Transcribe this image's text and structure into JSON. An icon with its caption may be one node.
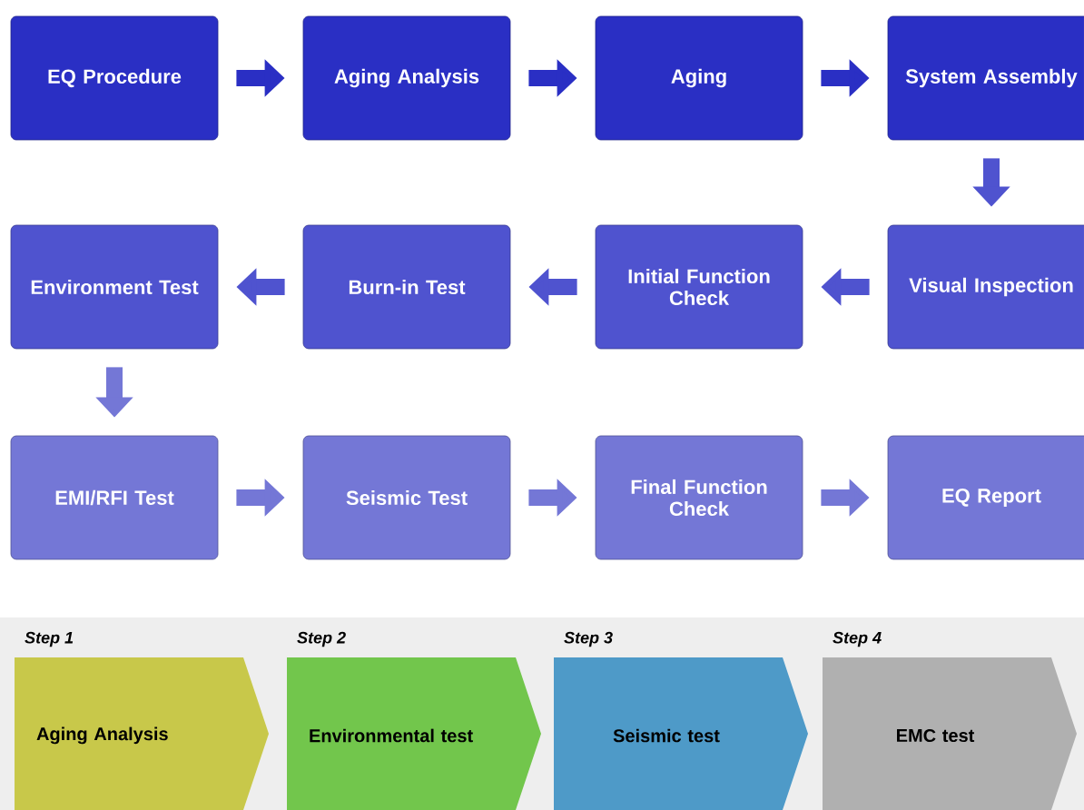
{
  "diagram": {
    "nodes": [
      {
        "text": [
          "EQ Procedure"
        ]
      },
      {
        "text": [
          "Aging Analysis"
        ]
      },
      {
        "text": [
          "Aging"
        ]
      },
      {
        "text": [
          "System Assembly"
        ]
      },
      {
        "text": [
          "Visual Inspection"
        ]
      },
      {
        "text": [
          "Initial Function Check"
        ]
      },
      {
        "text": [
          "Burn-in Test"
        ]
      },
      {
        "text": [
          "Environment Test"
        ]
      },
      {
        "text": [
          "EMI/RFI Test"
        ]
      },
      {
        "text": [
          "Seismic Test"
        ]
      },
      {
        "text": [
          "Final Function Check"
        ]
      },
      {
        "text": [
          "EQ Report"
        ]
      },
      {
        "text": [
          "Aging Analysis"
        ],
        "beside": [
          "Step 1"
        ]
      },
      {
        "text": [
          "Environmental test"
        ],
        "beside": [
          "Step 2"
        ]
      },
      {
        "text": [
          "Seismic test"
        ],
        "beside": [
          "Step 3"
        ]
      },
      {
        "text": [
          "EMC test"
        ],
        "beside": [
          "Step 4"
        ]
      }
    ],
    "edges": [
      {
        "from": 0,
        "to": 1,
        "arrow": "to"
      },
      {
        "from": 1,
        "to": 2,
        "arrow": "to"
      },
      {
        "from": 2,
        "to": 3,
        "arrow": "to"
      },
      {
        "from": 3,
        "to": 4,
        "arrow": "to"
      },
      {
        "from": 4,
        "to": 5,
        "arrow": "to"
      },
      {
        "from": 5,
        "to": 6,
        "arrow": "to"
      },
      {
        "from": 6,
        "to": 7,
        "arrow": "to"
      },
      {
        "from": 7,
        "to": 8,
        "arrow": "to"
      },
      {
        "from": 8,
        "to": 9,
        "arrow": "to"
      },
      {
        "from": 9,
        "to": 10,
        "arrow": "to"
      },
      {
        "from": 10,
        "to": 11,
        "arrow": "to"
      }
    ]
  }
}
